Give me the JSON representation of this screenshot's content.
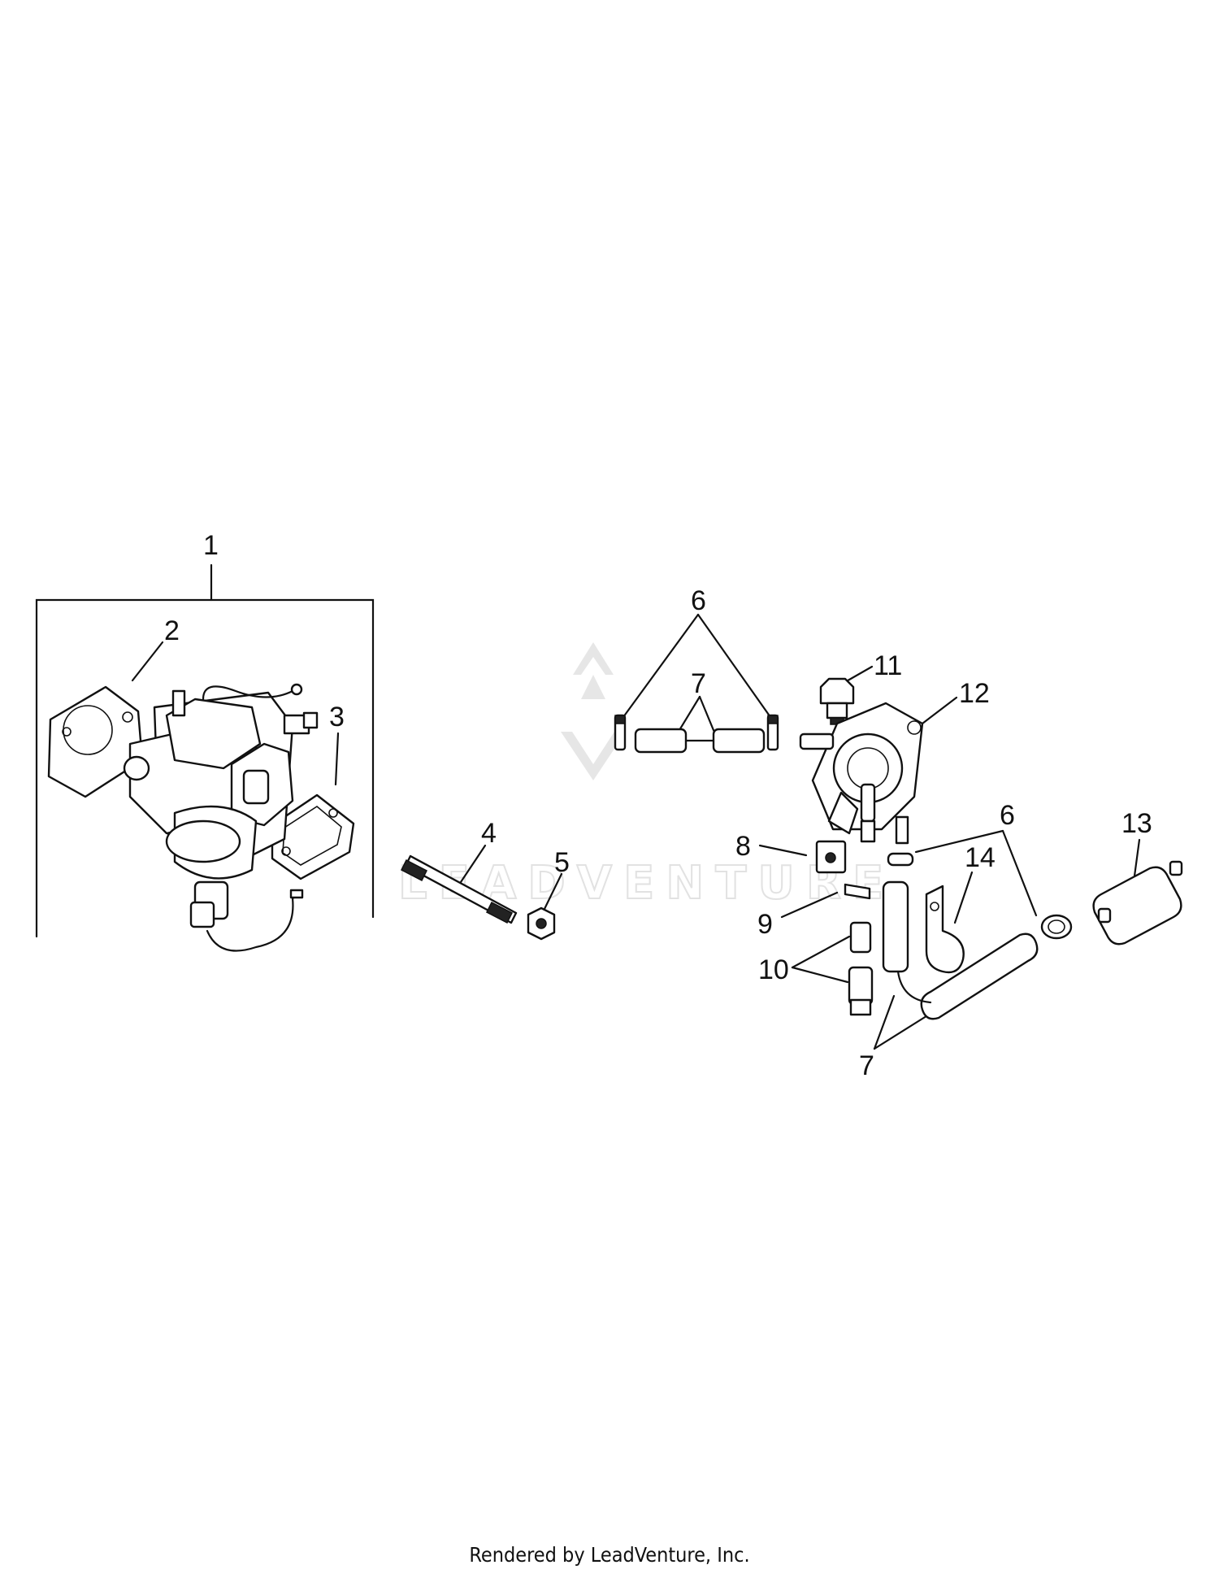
{
  "watermark": {
    "text": "LEADVENTURE"
  },
  "footer": {
    "text": "Rendered by LeadVenture, Inc."
  },
  "callouts": [
    {
      "id": "1",
      "label": "1"
    },
    {
      "id": "2",
      "label": "2"
    },
    {
      "id": "3",
      "label": "3"
    },
    {
      "id": "4",
      "label": "4"
    },
    {
      "id": "5",
      "label": "5"
    },
    {
      "id": "6a",
      "label": "6"
    },
    {
      "id": "7a",
      "label": "7"
    },
    {
      "id": "11",
      "label": "11"
    },
    {
      "id": "12",
      "label": "12"
    },
    {
      "id": "6b",
      "label": "6"
    },
    {
      "id": "13",
      "label": "13"
    },
    {
      "id": "8",
      "label": "8"
    },
    {
      "id": "14",
      "label": "14"
    },
    {
      "id": "9",
      "label": "9"
    },
    {
      "id": "10",
      "label": "10"
    },
    {
      "id": "7b",
      "label": "7"
    }
  ]
}
